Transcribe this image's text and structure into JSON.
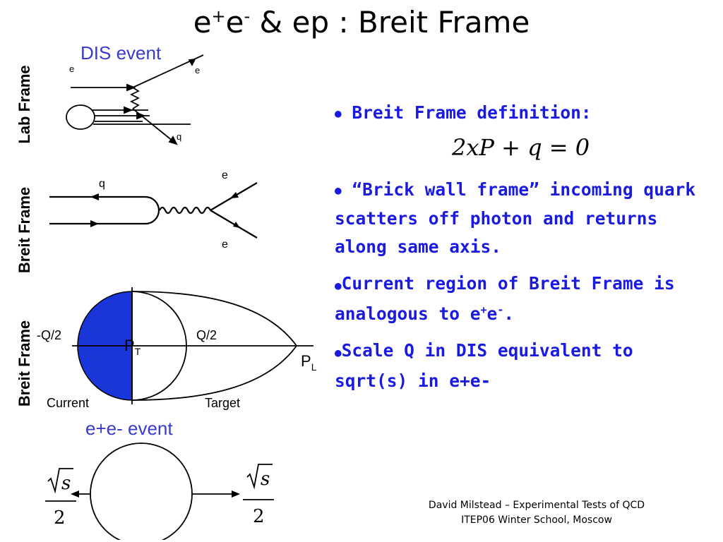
{
  "slide": {
    "title_parts": {
      "e1": "e",
      "sup1": "+",
      "e2": "e",
      "sup2": "-",
      "rest": " & ep : Breit Frame"
    },
    "frame_labels": {
      "lab": "Lab Frame",
      "breit1": "Breit Frame",
      "breit2": "Breit Frame"
    },
    "dis_event_label": "DIS event",
    "ee_event_label": "e+e- event",
    "lab_diagram": {
      "e_in": "e",
      "e_out": "e",
      "q": "q"
    },
    "breit_diagram": {
      "q": "q",
      "e_top": "e",
      "e_bottom": "e"
    },
    "breit_region_diagram": {
      "minus_q2": "-Q/2",
      "q2": "Q/2",
      "pt_main": "P",
      "pt_sub": "T",
      "pl_main": "P",
      "pl_sub": "L",
      "current": "Current",
      "target": "Target"
    },
    "ee_diagram": {
      "s": "s",
      "two": "2"
    },
    "bullets": {
      "b1": "Breit Frame definition:",
      "formula": "2xP + q = 0",
      "b2": "“Brick wall frame” incoming quark scatters off photon and returns along same axis.",
      "b3_pre": "Current region of Breit Frame is analogous to e",
      "b3_sup1": "+",
      "b3_mid": "e",
      "b3_sup2": "-",
      "b3_post": ".",
      "b4": "Scale Q in DIS equivalent to sqrt(s) in e+e-"
    },
    "footer": {
      "line1": "David Milstead – Experimental Tests of QCD",
      "line2": "ITEP06 Winter School, Moscow"
    },
    "colors": {
      "bullet_text": "#1a1ae0",
      "label_blue": "#3a3acb",
      "current_fill": "#1a35d8"
    }
  }
}
